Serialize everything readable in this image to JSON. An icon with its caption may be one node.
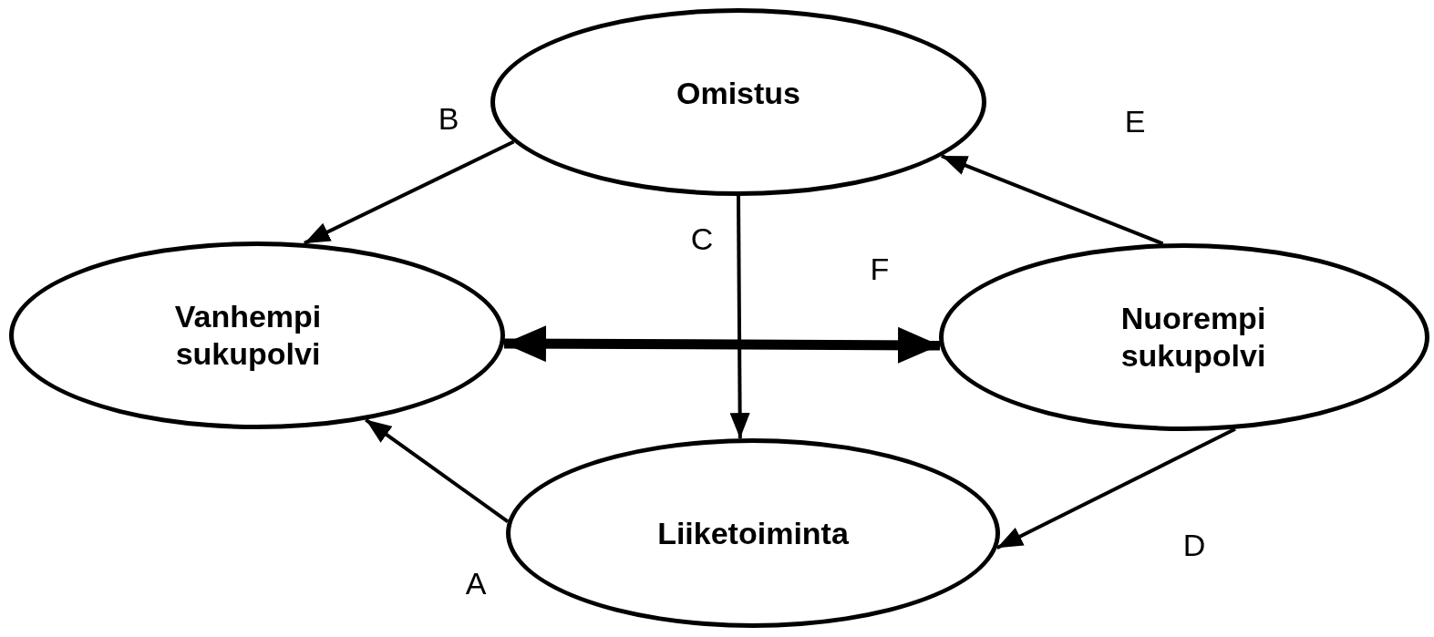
{
  "diagram": {
    "nodes": [
      {
        "text": [
          "Omistus"
        ]
      },
      {
        "text": [
          "Vanhempi sukupolvi"
        ]
      },
      {
        "text": [
          "Nuorempi sukupolvi"
        ]
      },
      {
        "text": [
          "Liiketoiminta"
        ]
      }
    ],
    "edges": [
      {
        "from": 0,
        "to": 1,
        "arrow": "to",
        "label": "B"
      },
      {
        "from": 0,
        "to": 3,
        "arrow": "to",
        "label": "C"
      },
      {
        "from": 1,
        "to": 2,
        "arrow": "both",
        "label": "F",
        "style": "thick"
      },
      {
        "from": 2,
        "to": 0,
        "arrow": "to",
        "label": "E"
      },
      {
        "from": 2,
        "to": 3,
        "arrow": "to",
        "label": "D"
      },
      {
        "from": 3,
        "to": 1,
        "arrow": "to",
        "label": "A"
      }
    ]
  }
}
